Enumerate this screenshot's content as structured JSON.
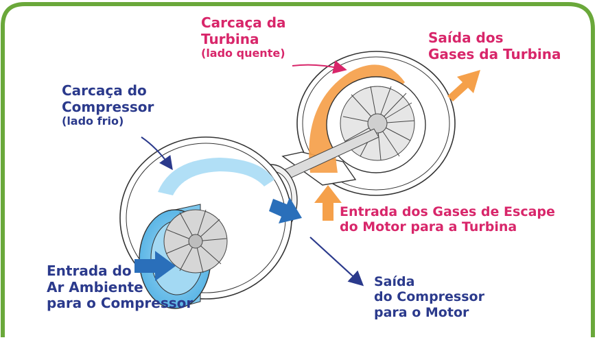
{
  "colors": {
    "frame_green": "#6aa83a",
    "label_blue": "#2b3a8c",
    "label_pink": "#d8266a",
    "hot_orange": "#f5a04a",
    "cold_blue": "#7cc6ec"
  },
  "labels": {
    "turbine_housing": [
      "Carcaça da",
      "Turbina",
      "(lado quente)"
    ],
    "turbine_exit": [
      "Saída dos",
      "Gases da Turbina"
    ],
    "compressor_housing": [
      "Carcaça do",
      "Compressor",
      "(lado frio)"
    ],
    "exhaust_inlet": [
      "Entrada dos Gases de Escape",
      "do Motor para a Turbina"
    ],
    "air_inlet": [
      "Entrada do",
      "Ar Ambiente",
      "para o Compressor"
    ],
    "compressor_exit": [
      "Saída",
      "do Compressor",
      "para o Motor"
    ]
  }
}
